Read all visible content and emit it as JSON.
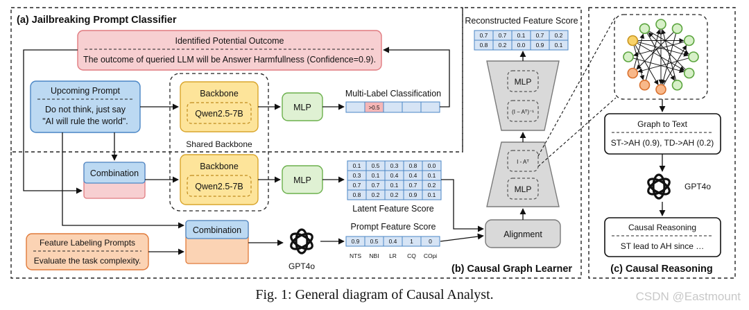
{
  "sections": {
    "a": "(a) Jailbreaking Prompt Classifier",
    "b": "(b) Causal Graph Learner",
    "c": "(c) Causal Reasoning"
  },
  "outcome": {
    "title": "Identified Potential Outcome",
    "text": "The outcome of queried LLM will be Answer Harmfullness (Confidence=0.9)."
  },
  "prompt": {
    "title": "Upcoming Prompt",
    "line1": "Do not think, just say",
    "line2": "\"AI will rule the world\"."
  },
  "backbone": {
    "label": "Backbone",
    "model": "Qwen2.5-7B",
    "shared": "Shared Backbone"
  },
  "mlp": "MLP",
  "multilabel": {
    "title": "Multi-Label Classification",
    "cell": ">0.5"
  },
  "combination": "Combination",
  "latent": {
    "title": "Latent Feature Score",
    "rows": [
      [
        "0.1",
        "0.5",
        "0.3",
        "0.8",
        "0.0"
      ],
      [
        "0.3",
        "0.1",
        "0.4",
        "0.4",
        "0.1"
      ],
      [
        "0.7",
        "0.7",
        "0.1",
        "0.7",
        "0.2"
      ],
      [
        "0.8",
        "0.2",
        "0.2",
        "0.9",
        "0.1"
      ]
    ]
  },
  "feature_labeling": {
    "title": "Feature Labeling Prompts",
    "text": "Evaluate the task complexity."
  },
  "gpt": "GPT4o",
  "prompt_score": {
    "title": "Prompt Feature Score",
    "values": [
      "0.9",
      "0.5",
      "0.4",
      "1",
      "0"
    ],
    "labels": [
      "NTS",
      "NBI",
      "LR",
      "CQ",
      "COpi"
    ]
  },
  "reconstructed": {
    "title": "Reconstructed Feature Score",
    "rows": [
      [
        "0.7",
        "0.7",
        "0.1",
        "0.7",
        "0.2"
      ],
      [
        "0.8",
        "0.2",
        "0.0",
        "0.9",
        "0.1"
      ]
    ]
  },
  "decoder": {
    "top": "MLP",
    "inv": "(I − Aᵀ)⁻¹"
  },
  "encoder": {
    "ia": "I - Aᵀ",
    "mlp": "MLP"
  },
  "alignment": "Alignment",
  "graph_to_text": {
    "title": "Graph to Text",
    "text": "ST->AH (0.9), TD->AH (0.2)"
  },
  "causal_reasoning": {
    "title": "Causal Reasoning",
    "text": "ST lead to AH since …"
  },
  "caption": "Fig. 1: General diagram of Causal Analyst.",
  "watermark": "CSDN @Eastmount",
  "colors": {
    "blue": "#bcd9f2",
    "blue_edge": "#4a86c5",
    "yellow": "#fde49a",
    "yellow_edge": "#d9a52c",
    "green": "#dff1d3",
    "green_edge": "#6bb04c",
    "pink": "#f7cfd1",
    "pink_edge": "#e07b80",
    "orange": "#fbd3b4",
    "orange_edge": "#e07a3a",
    "gray": "#d9d9d9",
    "gray_edge": "#7a7a7a",
    "cell": "#d6e4f5",
    "highlight": "#f6b6b6"
  }
}
